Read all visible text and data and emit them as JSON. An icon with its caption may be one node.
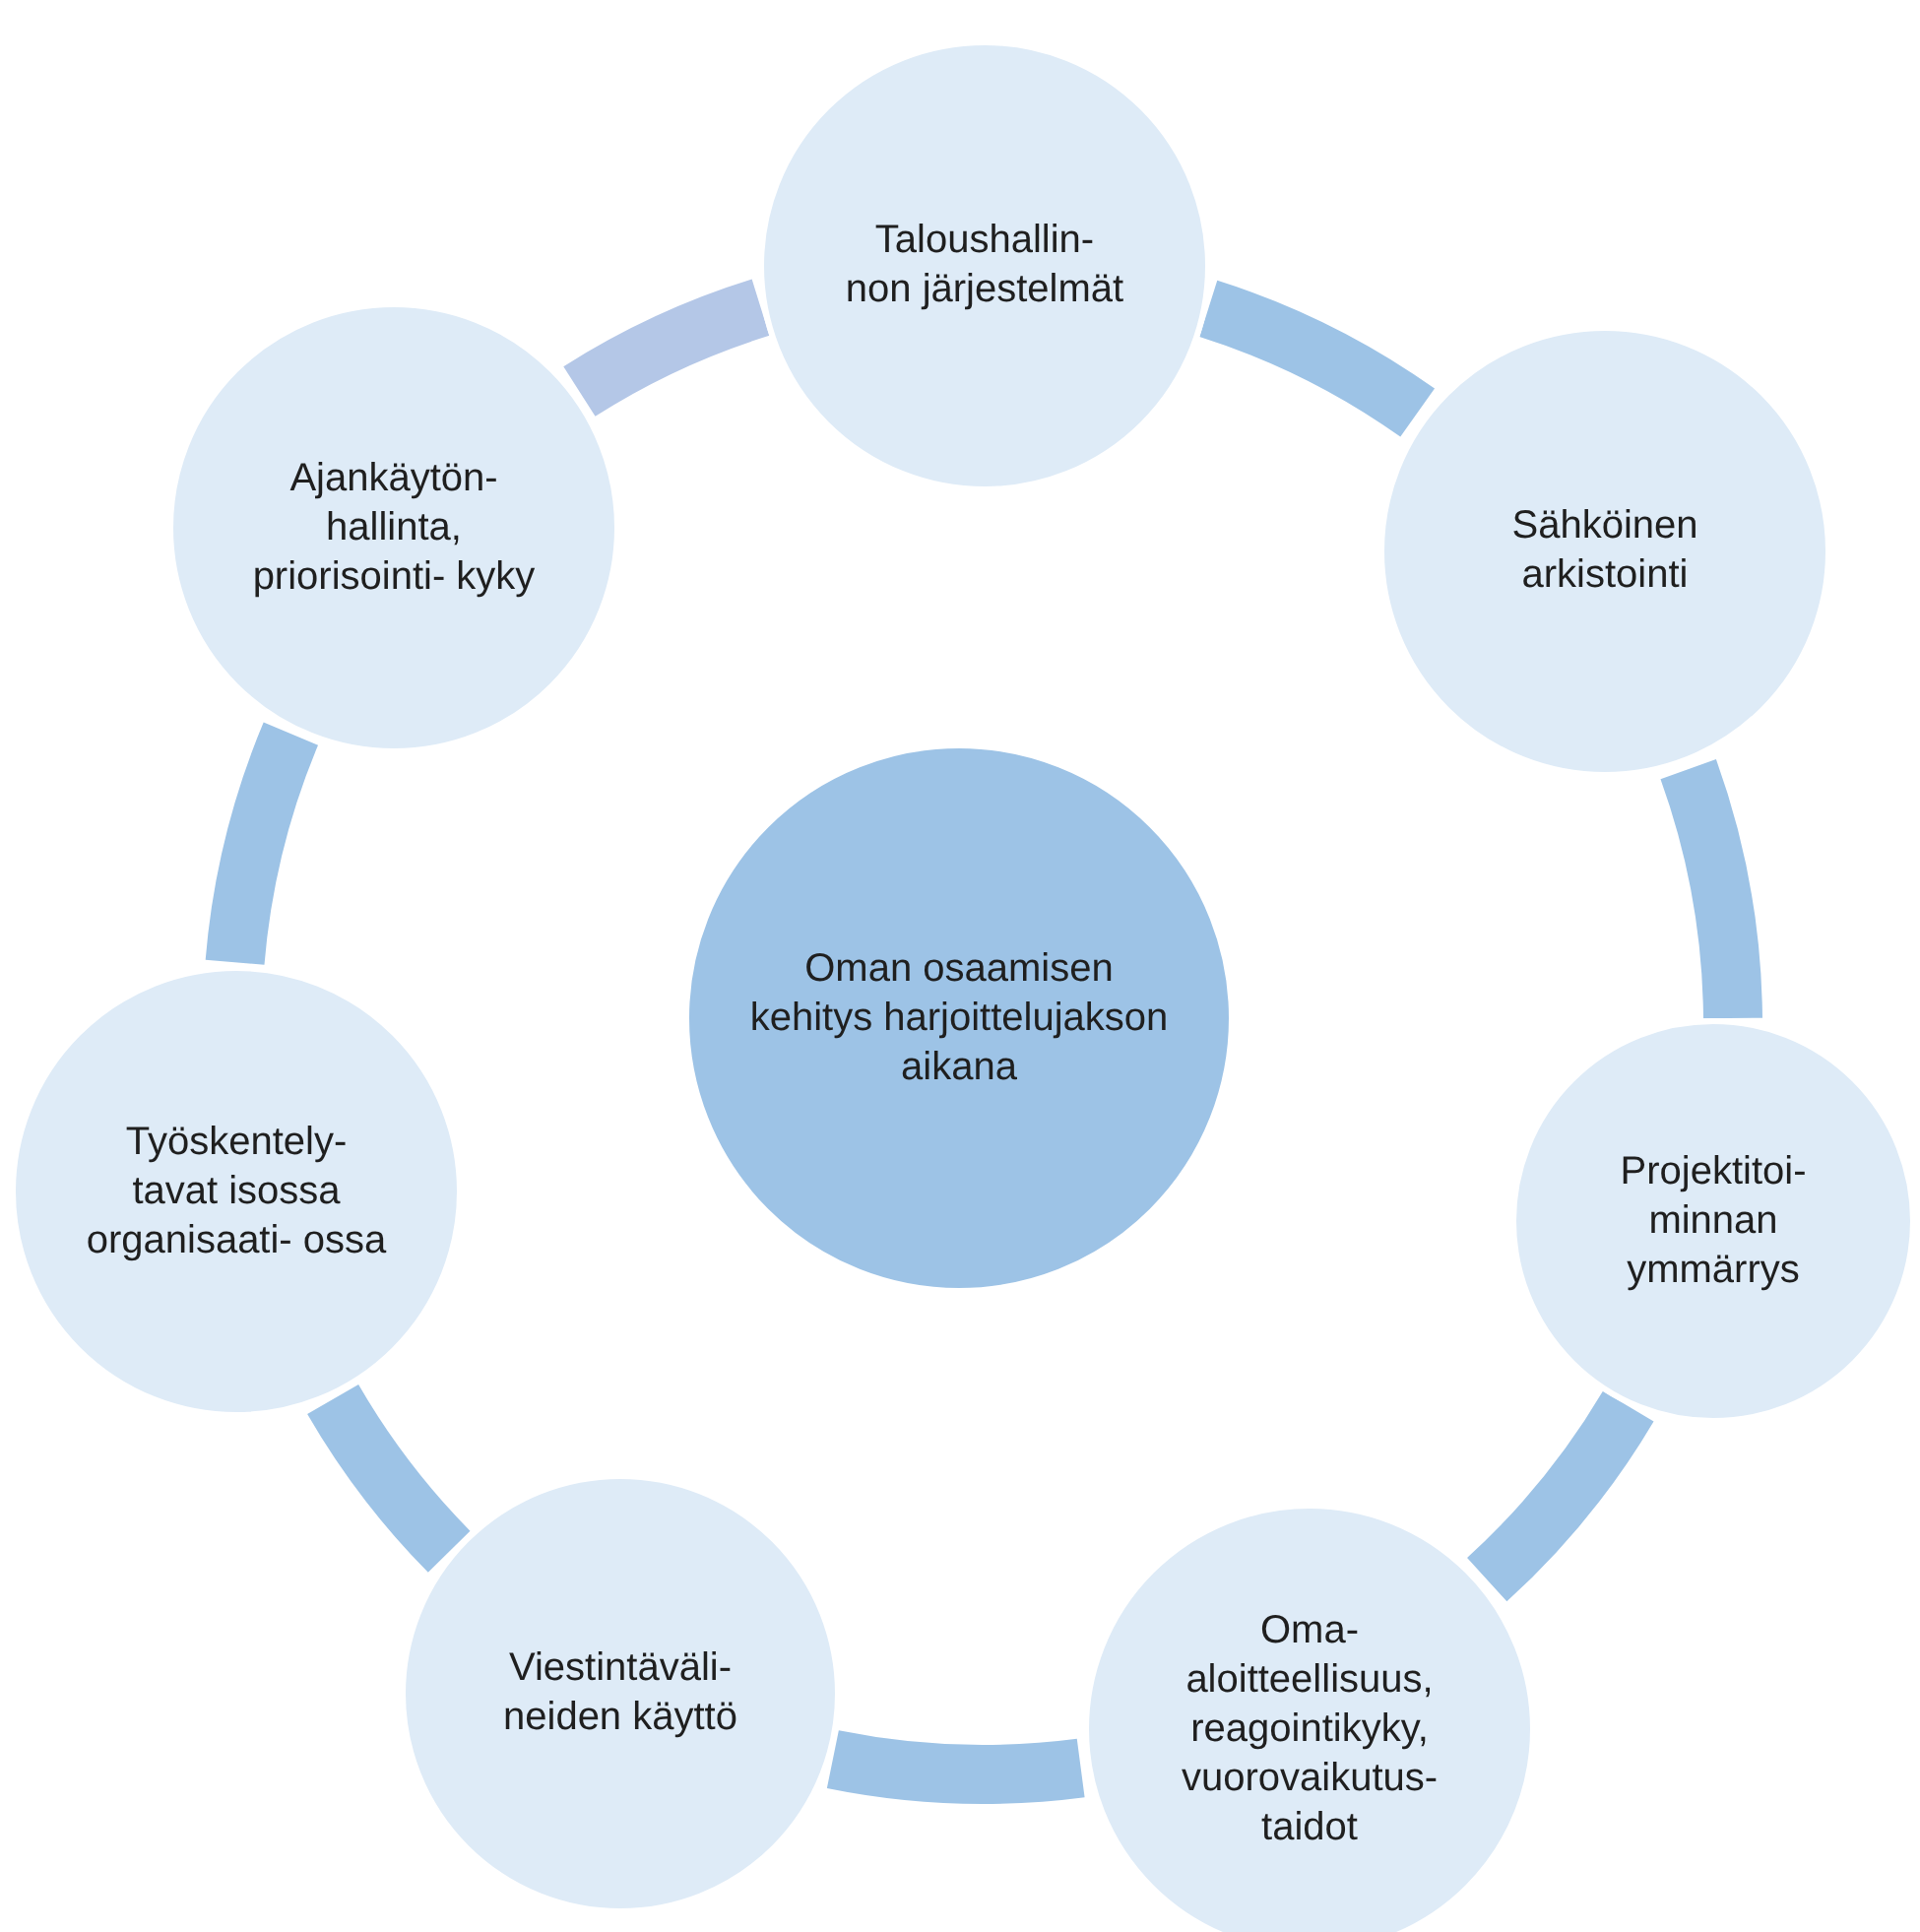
{
  "diagram": {
    "nodes": [
      {
        "text": [
          "Taloushallin- non järjestelmät"
        ]
      },
      {
        "text": [
          "Sähköinen arkistointi"
        ]
      },
      {
        "text": [
          "Projektitoi- minnan ymmärrys"
        ]
      },
      {
        "text": [
          "Oma- aloitteellisuus, reagointikyky, vuorovaikutus- taidot"
        ]
      },
      {
        "text": [
          "Viestintäväli- neiden käyttö"
        ]
      },
      {
        "text": [
          "Työskentely- tavat isossa organisaati- ossa"
        ]
      },
      {
        "text": [
          "Ajankäytön- hallinta, priorisointi- kyky"
        ]
      },
      {
        "text": [
          "Oman osaamisen kehitys harjoittelujakson aikana"
        ]
      }
    ],
    "edges": [
      {
        "from": 0,
        "to": 1,
        "arrow": "none"
      },
      {
        "from": 1,
        "to": 2,
        "arrow": "none"
      },
      {
        "from": 2,
        "to": 3,
        "arrow": "none"
      },
      {
        "from": 3,
        "to": 4,
        "arrow": "none"
      },
      {
        "from": 4,
        "to": 5,
        "arrow": "none"
      },
      {
        "from": 5,
        "to": 6,
        "arrow": "none"
      },
      {
        "from": 6,
        "to": 0,
        "arrow": "none",
        "color": "#b4c7e7"
      }
    ]
  }
}
